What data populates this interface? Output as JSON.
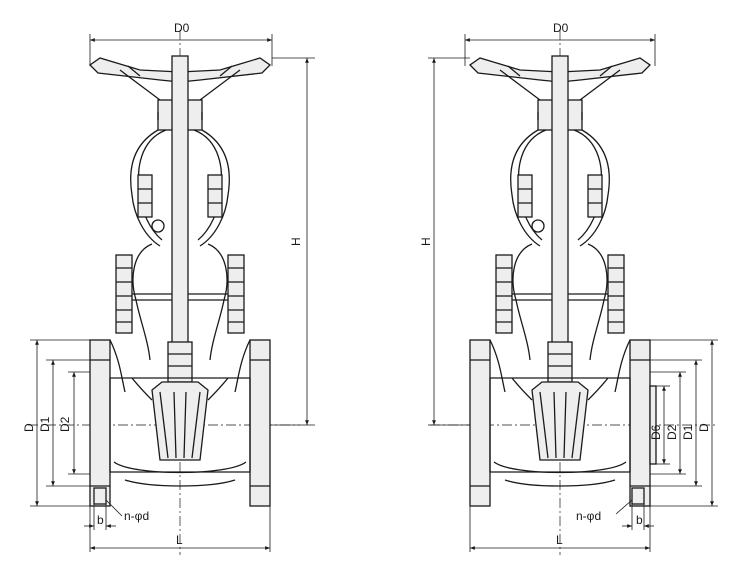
{
  "left_view": {
    "d0": "D0",
    "h": "H",
    "d": "D",
    "d1": "D1",
    "d2": "D2",
    "n_phi_d": "n-φd",
    "b": "b",
    "l": "L"
  },
  "right_view": {
    "d0": "D0",
    "h": "H",
    "d": "D",
    "d1": "D1",
    "d2": "D2",
    "d6": "D6",
    "n_phi_d": "n-φd",
    "b": "b",
    "l": "L"
  }
}
